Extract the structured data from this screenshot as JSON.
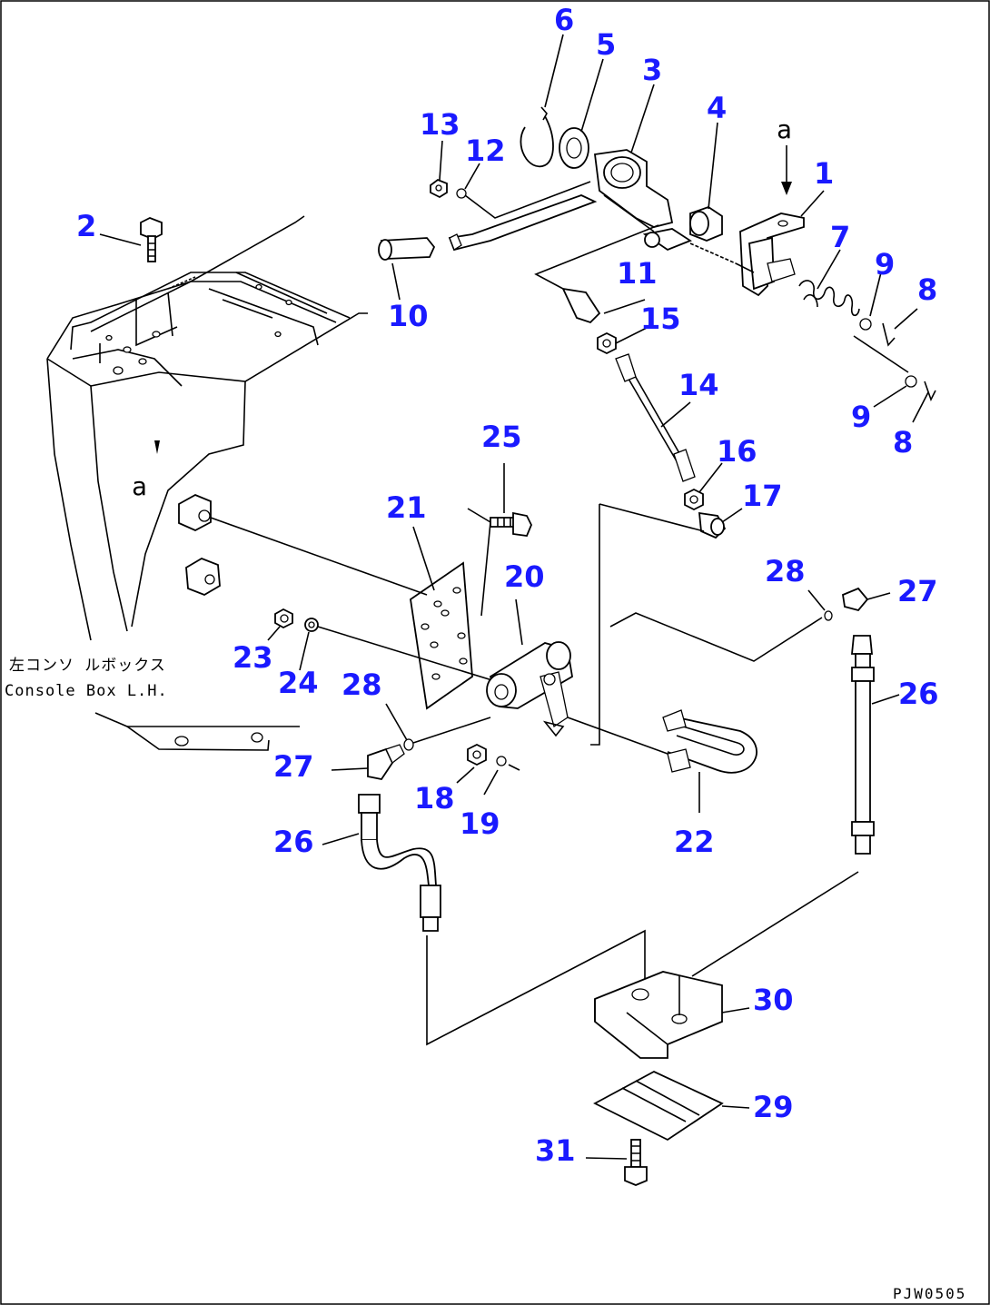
{
  "diagram": {
    "callouts": [
      {
        "id": "1",
        "label": "1"
      },
      {
        "id": "2",
        "label": "2"
      },
      {
        "id": "3",
        "label": "3"
      },
      {
        "id": "4",
        "label": "4"
      },
      {
        "id": "5",
        "label": "5"
      },
      {
        "id": "6",
        "label": "6"
      },
      {
        "id": "7",
        "label": "7"
      },
      {
        "id": "8a",
        "label": "8"
      },
      {
        "id": "8b",
        "label": "8"
      },
      {
        "id": "9a",
        "label": "9"
      },
      {
        "id": "9b",
        "label": "9"
      },
      {
        "id": "10",
        "label": "10"
      },
      {
        "id": "11",
        "label": "11"
      },
      {
        "id": "12",
        "label": "12"
      },
      {
        "id": "13",
        "label": "13"
      },
      {
        "id": "14",
        "label": "14"
      },
      {
        "id": "15",
        "label": "15"
      },
      {
        "id": "16",
        "label": "16"
      },
      {
        "id": "17",
        "label": "17"
      },
      {
        "id": "18",
        "label": "18"
      },
      {
        "id": "19",
        "label": "19"
      },
      {
        "id": "20",
        "label": "20"
      },
      {
        "id": "21",
        "label": "21"
      },
      {
        "id": "22",
        "label": "22"
      },
      {
        "id": "23",
        "label": "23"
      },
      {
        "id": "24",
        "label": "24"
      },
      {
        "id": "25",
        "label": "25"
      },
      {
        "id": "26a",
        "label": "26"
      },
      {
        "id": "26b",
        "label": "26"
      },
      {
        "id": "27a",
        "label": "27"
      },
      {
        "id": "27b",
        "label": "27"
      },
      {
        "id": "28a",
        "label": "28"
      },
      {
        "id": "28b",
        "label": "28"
      },
      {
        "id": "29",
        "label": "29"
      },
      {
        "id": "30",
        "label": "30"
      },
      {
        "id": "31",
        "label": "31"
      }
    ],
    "view_markers": {
      "upper": "a",
      "lower": "a"
    },
    "console_label_jp": "左コンソ ルボックス",
    "console_label_en": "Console Box L.H.",
    "drawing_code": "PJW0505",
    "callout_color": "#1a1aff"
  }
}
